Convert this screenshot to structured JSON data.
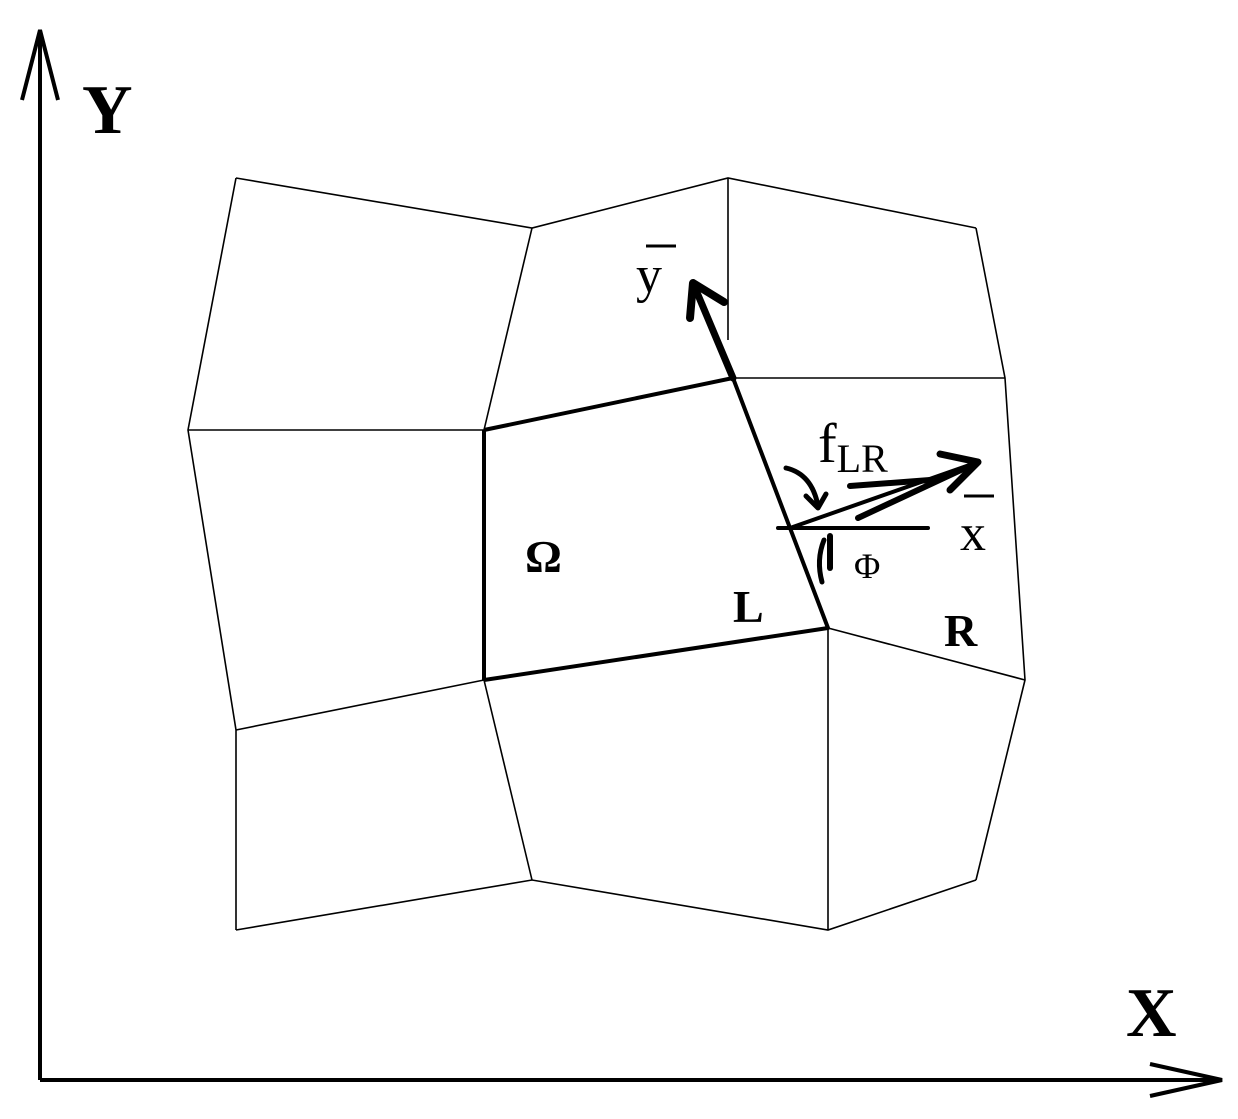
{
  "axes": {
    "x_label": "X",
    "y_label": "Y"
  },
  "labels": {
    "omega": "Ω",
    "left_cell": "L",
    "right_cell": "R",
    "flux_main": "f",
    "flux_sub": "LR",
    "angle": "Φ",
    "local_x": "x",
    "local_y": "y"
  }
}
